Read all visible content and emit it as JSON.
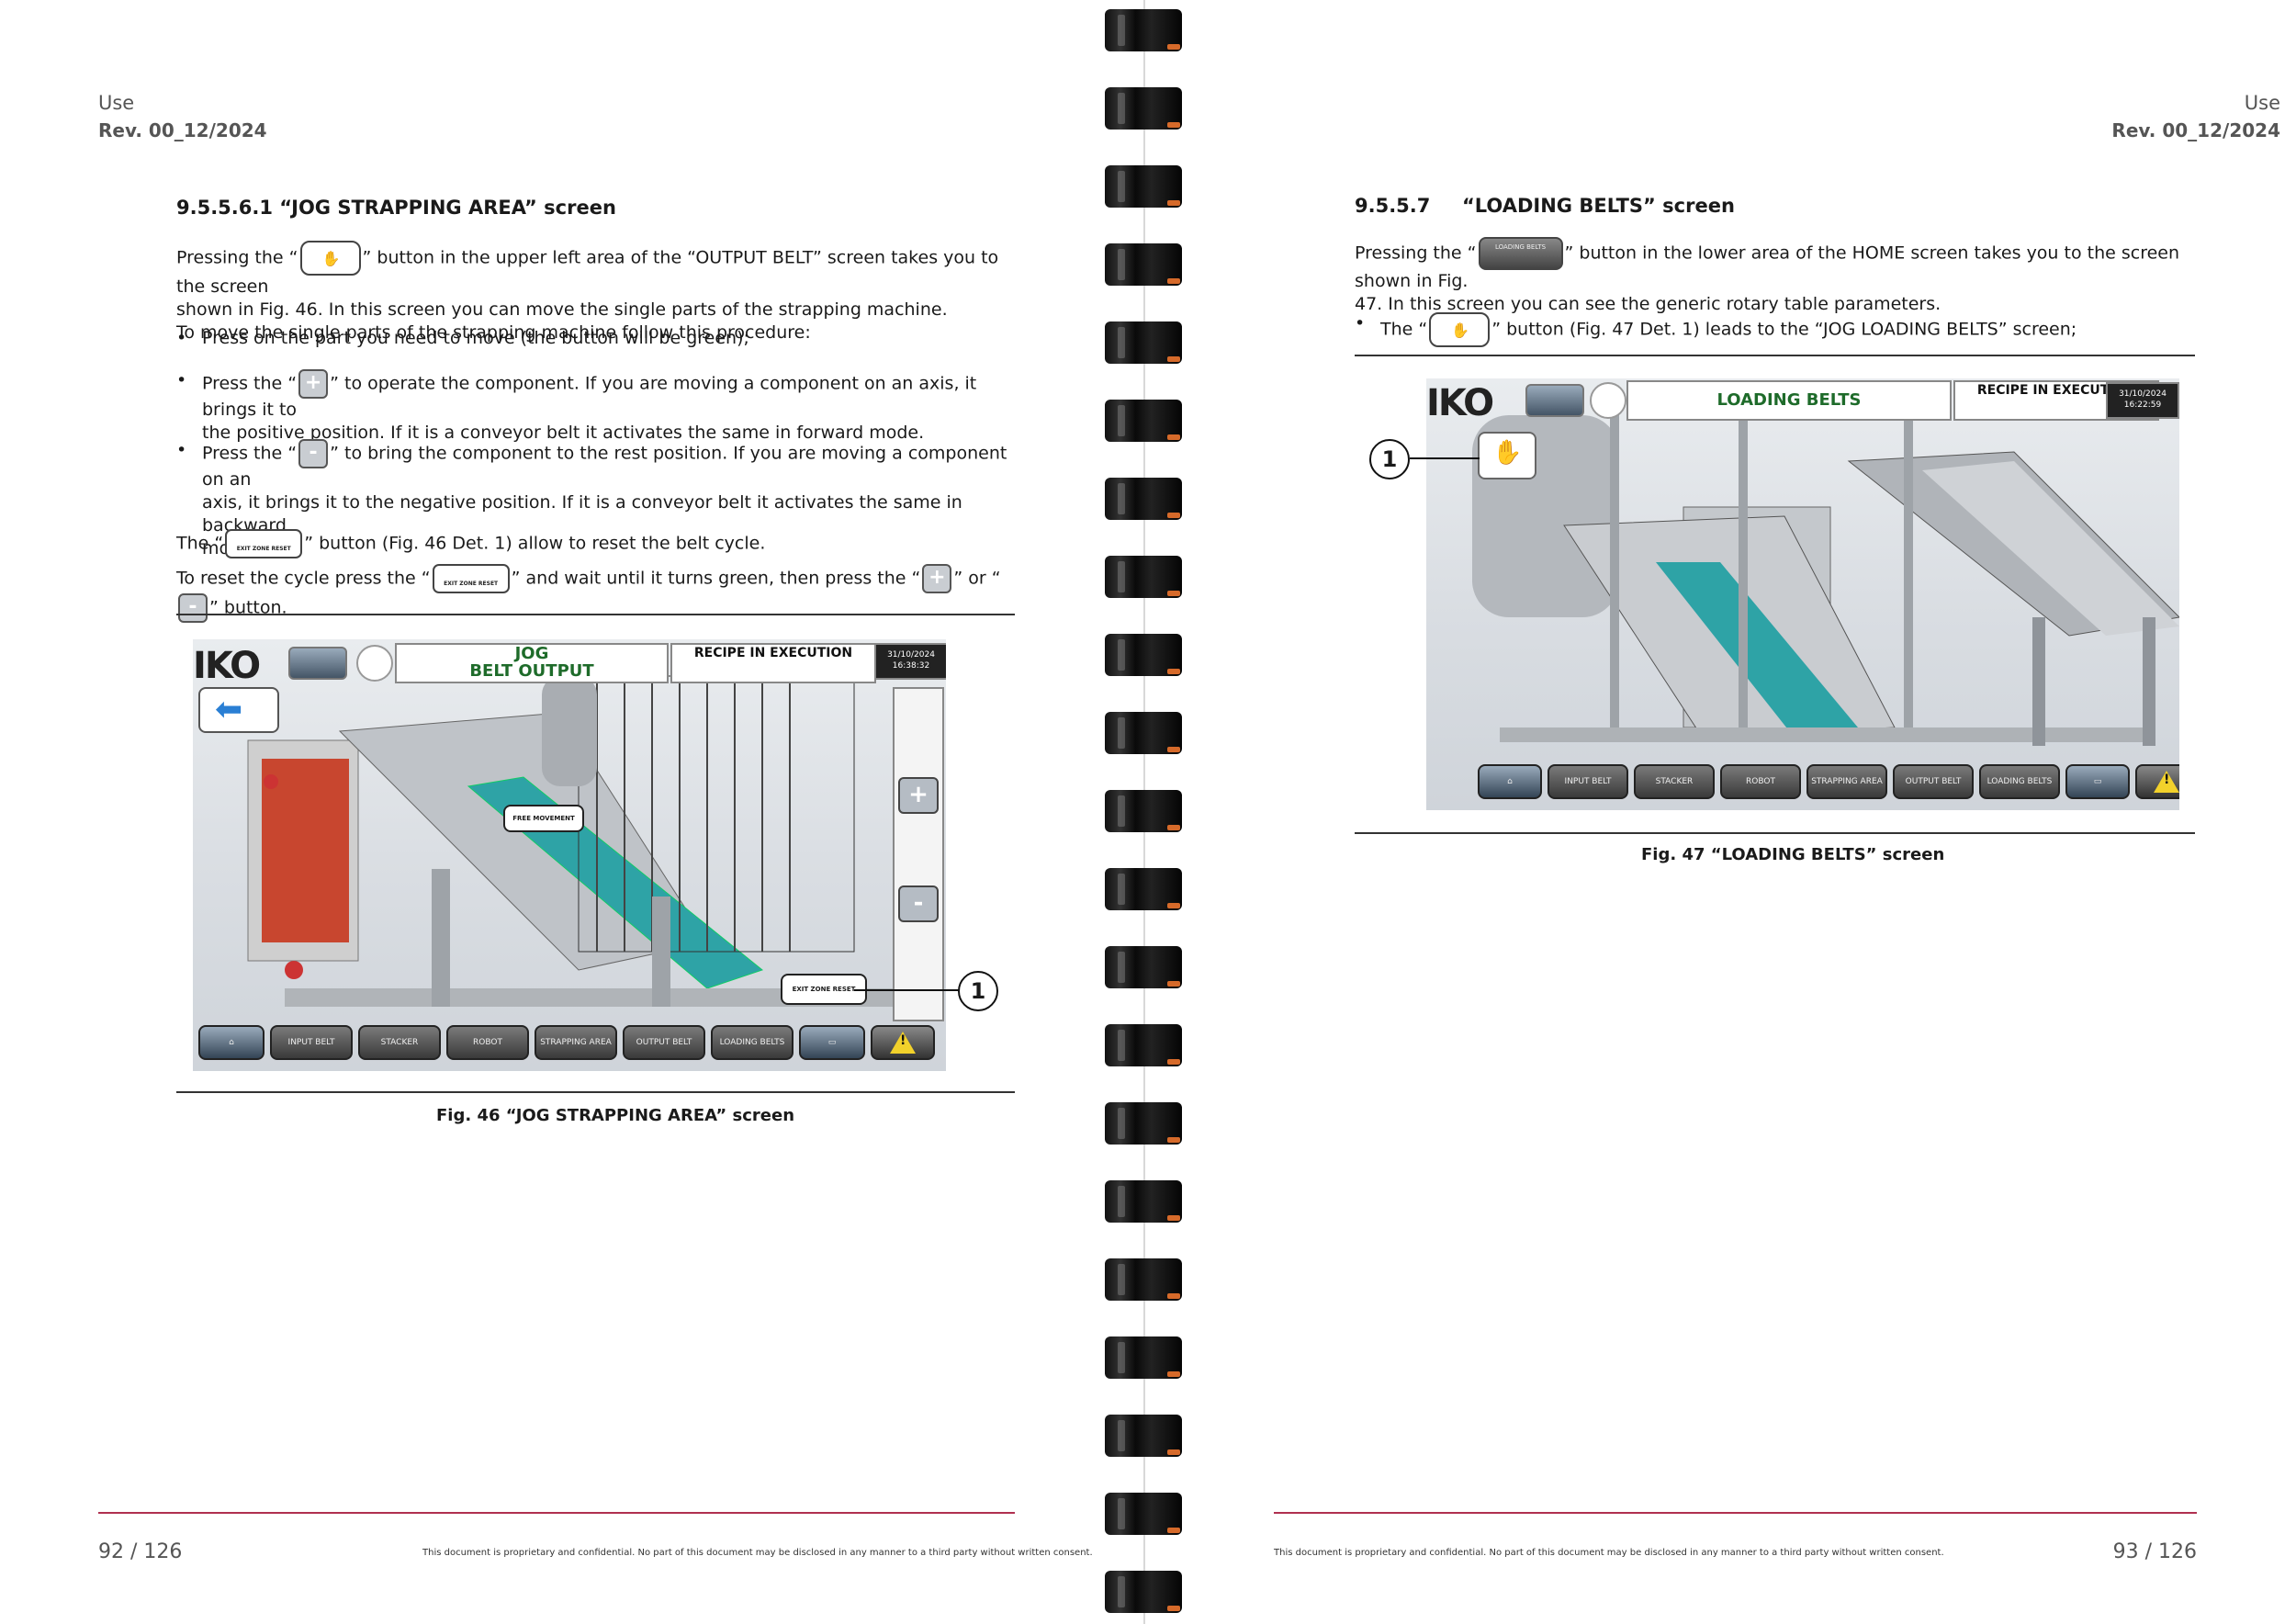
{
  "left": {
    "header": {
      "section": "Use",
      "rev": "Rev. 00_12/2024"
    },
    "heading": "9.5.5.6.1 “JOG STRAPPING AREA” screen",
    "p1_a": "Pressing the “",
    "p1_b": "” button in the upper left area of the “OUTPUT BELT” screen takes you to the screen",
    "p1_c": "shown in Fig. 46. In this screen you can move the single parts of the strapping machine.",
    "p1_d": "To move the single parts of the strapping machine follow this procedure:",
    "b1": "Press on the part you need to move (the button will be green);",
    "b2_a": "Press the “",
    "b2_b": "” to operate the component. If you are moving a component on an axis, it brings it to",
    "b2_c": "the positive position. If it is a conveyor belt it activates the same in forward mode.",
    "b3_a": "Press the “",
    "b3_b": "” to bring the component to the rest position. If you are moving a component on an",
    "b3_c": "axis, it brings it to the negative position. If it is a conveyor belt it activates the same in backward",
    "b3_d": "mode.",
    "p2_a": "The “",
    "p2_b": "” button (Fig. 46 Det. 1) allow to reset the belt cycle.",
    "p3_a": "To reset the cycle press the “",
    "p3_b": "” and wait until it turns green, then press the “",
    "p3_c": "” or “",
    "p3_d": "” button.",
    "exit_zone_reset": "EXIT ZONE RESET",
    "plus": "+",
    "minus": "-",
    "hmi": {
      "title": "JOG\nBELT OUTPUT",
      "recipe": "RECIPE IN EXECUTION",
      "date": "31/10/2024",
      "time": "16:38:32",
      "free_movement": "FREE MOVEMENT",
      "exit_zone_reset": "EXIT ZONE RESET",
      "callout": "1",
      "nav": [
        "INPUT BELT",
        "STACKER",
        "ROBOT",
        "STRAPPING AREA",
        "OUTPUT BELT",
        "LOADING BELTS"
      ]
    },
    "caption": "Fig. 46   “JOG STRAPPING AREA” screen",
    "page": "92 / 126",
    "confidential": "This document is proprietary and confidential. No part of this document may be disclosed in any manner to a third party without written consent."
  },
  "right": {
    "header": {
      "section": "Use",
      "rev": "Rev. 00_12/2024"
    },
    "heading_num": "9.5.5.7",
    "heading": "“LOADING BELTS” screen",
    "p1_a": "Pressing the “",
    "p1_b": "” button in the lower area of the HOME screen takes you to the screen shown in Fig.",
    "p1_c": "47. In this screen you can see the generic rotary table parameters.",
    "loading_belts_btn": "LOADING BELTS",
    "b1_a": "The “",
    "b1_b": "” button (Fig. 47 Det. 1) leads to the “JOG LOADING BELTS” screen;",
    "hmi": {
      "title": "LOADING BELTS",
      "recipe": "RECIPE IN EXECUTION",
      "date": "31/10/2024",
      "time": "16:22:59",
      "callout": "1",
      "nav": [
        "INPUT BELT",
        "STACKER",
        "ROBOT",
        "STRAPPING AREA",
        "OUTPUT BELT",
        "LOADING BELTS"
      ]
    },
    "caption": "Fig. 47   “LOADING BELTS” screen",
    "page": "93 / 126",
    "confidential": "This document is proprietary and confidential. No part of this document may be disclosed in any manner to a third party without written consent."
  },
  "logo_text": "IKO",
  "icons": [
    "hand-icon",
    "home-icon",
    "warning-icon",
    "arrow-left-icon"
  ]
}
